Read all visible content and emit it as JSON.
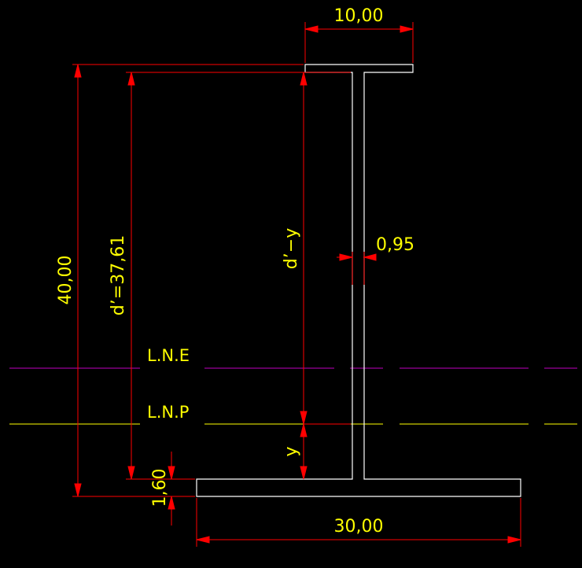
{
  "colors": {
    "background": "#000000",
    "section": "#ffffff",
    "dimension": "#ff0000",
    "text": "#ffff00",
    "elastic_axis": "#c000c0",
    "plastic_axis": "#ffff00"
  },
  "labels": {
    "top_flange_width": "10,00",
    "bottom_flange_width": "30,00",
    "total_height": "40,00",
    "web_height": "d’=37,61",
    "web_thickness": "0,95",
    "bottom_flange_thickness": "1,60",
    "upper_segment": "d’−y",
    "lower_segment": "y",
    "elastic_neutral_axis": "L.N.E",
    "plastic_neutral_axis": "L.N.P"
  }
}
